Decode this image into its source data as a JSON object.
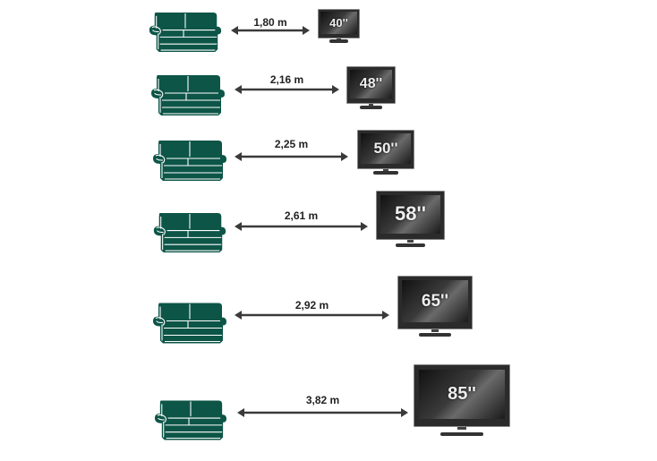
{
  "colors": {
    "sofa": "#0c5547",
    "arrow": "#3a3a3a",
    "text": "#222222"
  },
  "rows": [
    {
      "distance": "1,80 m",
      "tv_size": "40''"
    },
    {
      "distance": "2,16 m",
      "tv_size": "48''"
    },
    {
      "distance": "2,25 m",
      "tv_size": "50''"
    },
    {
      "distance": "2,61 m",
      "tv_size": "58''"
    },
    {
      "distance": "2,92 m",
      "tv_size": "65''"
    },
    {
      "distance": "3,82 m",
      "tv_size": "85''"
    }
  ]
}
